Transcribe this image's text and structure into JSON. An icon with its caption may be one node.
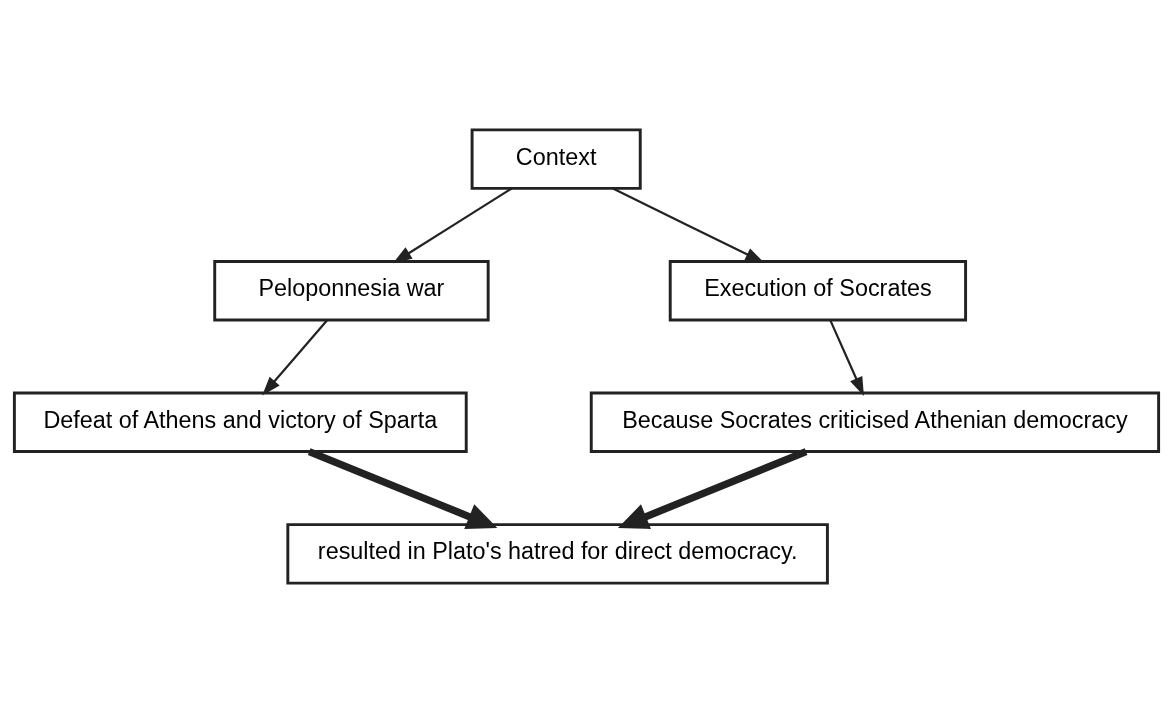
{
  "diagram": {
    "nodes": [
      {
        "text": [
          "Context"
        ]
      },
      {
        "text": [
          "Peloponnesia war"
        ]
      },
      {
        "text": [
          "Execution of Socrates"
        ]
      },
      {
        "text": [
          "Defeat of Athens and victory of Sparta"
        ]
      },
      {
        "text": [
          "Because Socrates criticised Athenian democracy"
        ]
      },
      {
        "text": [
          "resulted in Plato's hatred for direct democracy."
        ]
      }
    ],
    "edges": [
      {
        "from": 0,
        "to": 1,
        "arrow": "to"
      },
      {
        "from": 0,
        "to": 2,
        "arrow": "to"
      },
      {
        "from": 1,
        "to": 3,
        "arrow": "to"
      },
      {
        "from": 2,
        "to": 4,
        "arrow": "to"
      },
      {
        "from": 3,
        "to": 5,
        "arrow": "to",
        "style": "thick"
      },
      {
        "from": 4,
        "to": 5,
        "arrow": "to",
        "style": "thick"
      }
    ]
  }
}
